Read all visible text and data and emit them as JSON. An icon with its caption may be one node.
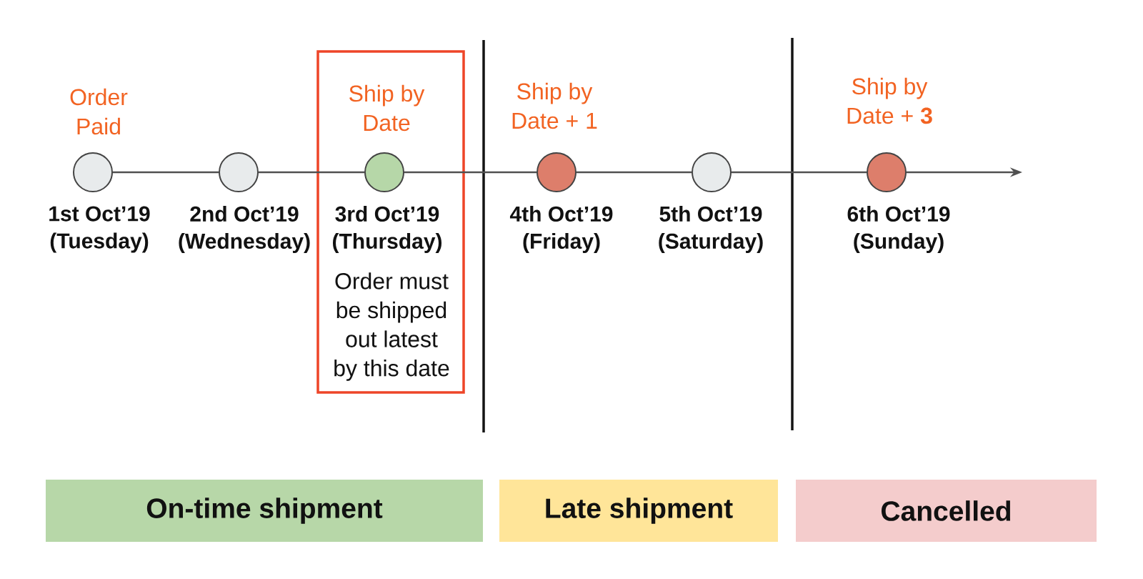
{
  "diagram": {
    "nodes": [
      {
        "text": [],
        "shape": "circle",
        "beside": [
          "Order Paid",
          "1st Oct’19 (Tuesday)"
        ]
      },
      {
        "text": [],
        "shape": "circle",
        "beside": [
          "2nd Oct’19 (Wednesday)"
        ]
      },
      {
        "text": [
          "Order must be shipped out latest by this date"
        ]
      },
      {
        "text": [],
        "shape": "circle",
        "in": 2,
        "beside": [
          "Ship by Date",
          "3rd Oct’19 (Thursday)"
        ]
      },
      {
        "text": [],
        "shape": "circle",
        "beside": [
          "Ship by Date + 1",
          "4th Oct’19 (Friday)"
        ]
      },
      {
        "text": [],
        "shape": "circle",
        "beside": [
          "5th Oct’19 (Saturday)"
        ]
      },
      {
        "text": [],
        "shape": "circle",
        "beside": [
          "Ship by Date + **3**",
          "6th Oct’19 (Sunday)"
        ]
      },
      {
        "text": [
          "On-time shipment"
        ]
      },
      {
        "text": [
          "Late shipment"
        ]
      },
      {
        "text": [
          "Cancelled"
        ]
      }
    ],
    "edges": [
      {
        "from": 0,
        "to": 1,
        "arrow": "none"
      },
      {
        "from": 1,
        "to": 3,
        "arrow": "none"
      },
      {
        "from": 3,
        "to": 4,
        "arrow": "none"
      },
      {
        "from": 4,
        "to": 5,
        "arrow": "none"
      },
      {
        "from": 5,
        "to": 6,
        "arrow": "none"
      },
      {
        "from": 6,
        "to": null,
        "arrow": "to"
      }
    ]
  }
}
